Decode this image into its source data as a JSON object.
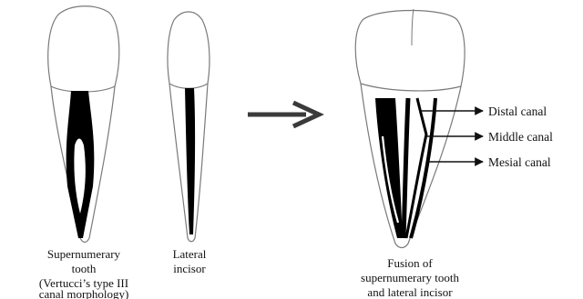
{
  "colors": {
    "outline": "#7a7a7a",
    "canal": "#000000",
    "arrow": "#3a3a3a",
    "text": "#111111"
  },
  "teeth": [
    {
      "id": "supernumerary",
      "caption_lines": [
        "Supernumerary",
        "tooth",
        "(Vertucci’s type III",
        "canal morphology)"
      ]
    },
    {
      "id": "lateral",
      "caption_lines": [
        "Lateral",
        "incisor"
      ]
    },
    {
      "id": "fusion",
      "caption_lines": [
        "Fusion of",
        "supernumerary tooth",
        "and lateral incisor"
      ]
    }
  ],
  "canal_labels": {
    "distal": "Distal canal",
    "middle": "Middle canal",
    "mesial": "Mesial canal"
  }
}
